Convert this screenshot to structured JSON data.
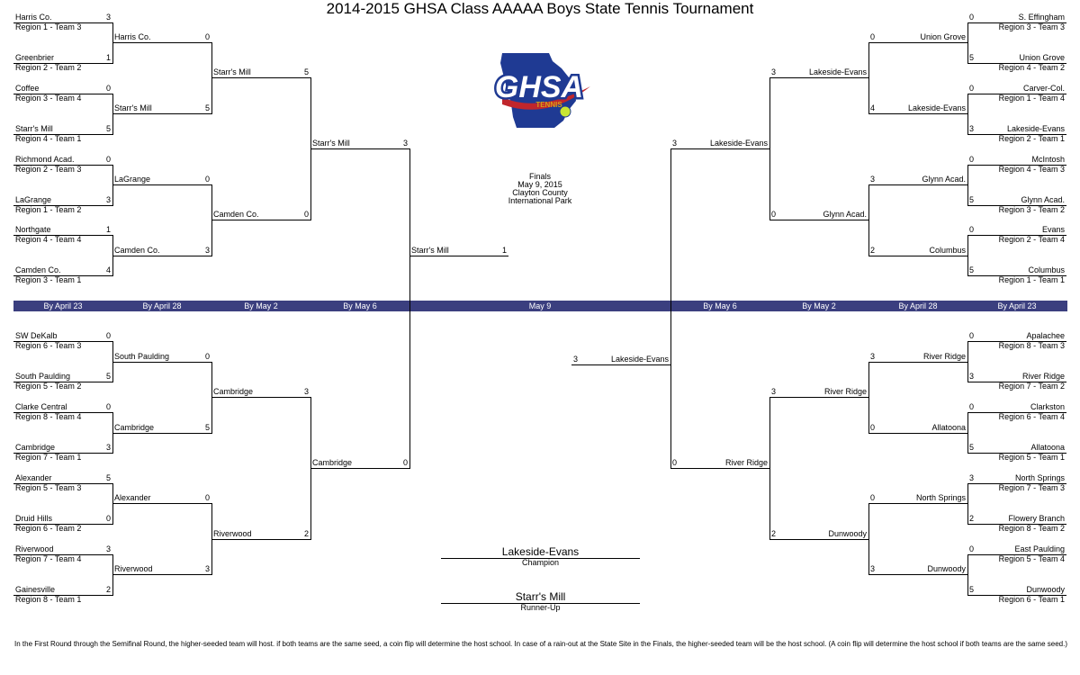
{
  "title": "2014-2015 GHSA Class AAAAA Boys State Tennis Tournament",
  "logo": {
    "text": "GHSA",
    "subtext": "TENNIS",
    "colors": {
      "primary": "#1f3a93",
      "accent": "#d4a017",
      "ball": "#c8e632",
      "swoosh": "#c0262c"
    }
  },
  "colors": {
    "date_bar": "#3b3f7f"
  },
  "finals_info": [
    "Finals",
    "May 9, 2015",
    "Clayton County",
    "International Park"
  ],
  "date_bar": [
    "By April 23",
    "By April 28",
    "By May 2",
    "By May 6",
    "May 9",
    "By May 6",
    "By May 2",
    "By April 28",
    "By April 23"
  ],
  "results": {
    "champion": "Lakeside-Evans",
    "champion_label": "Champion",
    "runner_up": "Starr's Mill",
    "runner_up_label": "Runner-Up"
  },
  "footnote": "In the First Round through the Semifinal Round, the higher-seeded team will host.  if both teams are the same seed, a coin flip will determine the host school.  In case of a rain-out at the State Site in the Finals, the higher-seeded team will be the host school. (A coin flip will determine the host school if both teams are the same seed.)",
  "left": {
    "r1": [
      {
        "team": "Harris Co.",
        "seed": "Region 1 - Team 3",
        "score": "3"
      },
      {
        "team": "Greenbrier",
        "seed": "Region 2 - Team 2",
        "score": "1"
      },
      {
        "team": "Coffee",
        "seed": "Region 3 - Team 4",
        "score": "0"
      },
      {
        "team": "Starr's Mill",
        "seed": "Region 4 - Team 1",
        "score": "5"
      },
      {
        "team": "Richmond Acad.",
        "seed": "Region 2 - Team 3",
        "score": "0"
      },
      {
        "team": "LaGrange",
        "seed": "Region 1 - Team 2",
        "score": "3"
      },
      {
        "team": "Northgate",
        "seed": "Region 4 - Team 4",
        "score": "1"
      },
      {
        "team": "Camden Co.",
        "seed": "Region 3 - Team 1",
        "score": "4"
      },
      {
        "team": "SW DeKalb",
        "seed": "Region 6 - Team 3",
        "score": "0"
      },
      {
        "team": "South Paulding",
        "seed": "Region 5 - Team 2",
        "score": "5"
      },
      {
        "team": "Clarke Central",
        "seed": "Region 8 - Team 4",
        "score": "0"
      },
      {
        "team": "Cambridge",
        "seed": "Region 7 - Team 1",
        "score": "3"
      },
      {
        "team": "Alexander",
        "seed": "Region 5 - Team 3",
        "score": "5"
      },
      {
        "team": "Druid Hills",
        "seed": "Region 6 - Team 2",
        "score": "0"
      },
      {
        "team": "Riverwood",
        "seed": "Region 7 - Team 4",
        "score": "3"
      },
      {
        "team": "Gainesville",
        "seed": "Region 8 - Team 1",
        "score": "2"
      }
    ],
    "r2": [
      {
        "team": "Harris Co.",
        "score": "0"
      },
      {
        "team": "Starr's Mill",
        "score": "5"
      },
      {
        "team": "LaGrange",
        "score": "0"
      },
      {
        "team": "Camden Co.",
        "score": "3"
      },
      {
        "team": "South Paulding",
        "score": "0"
      },
      {
        "team": "Cambridge",
        "score": "5"
      },
      {
        "team": "Alexander",
        "score": "0"
      },
      {
        "team": "Riverwood",
        "score": "3"
      }
    ],
    "qf": [
      {
        "team": "Starr's Mill",
        "score": "5"
      },
      {
        "team": "Camden Co.",
        "score": "0"
      },
      {
        "team": "Cambridge",
        "score": "3"
      },
      {
        "team": "Riverwood",
        "score": "2"
      }
    ],
    "sf": [
      {
        "team": "Starr's Mill",
        "score": "3"
      },
      {
        "team": "Cambridge",
        "score": "0"
      }
    ],
    "final": {
      "team": "Starr's Mill",
      "score": "1"
    }
  },
  "right": {
    "r1": [
      {
        "team": "S. Effingham",
        "seed": "Region 3 - Team 3",
        "score": "0"
      },
      {
        "team": "Union Grove",
        "seed": "Region 4 - Team 2",
        "score": "5"
      },
      {
        "team": "Carver-Col.",
        "seed": "Region 1 - Team 4",
        "score": "0"
      },
      {
        "team": "Lakeside-Evans",
        "seed": "Region 2 - Team 1",
        "score": "3"
      },
      {
        "team": "McIntosh",
        "seed": "Region 4 - Team 3",
        "score": "0"
      },
      {
        "team": "Glynn Acad.",
        "seed": "Region 3 - Team 2",
        "score": "5"
      },
      {
        "team": "Evans",
        "seed": "Region 2 - Team 4",
        "score": "0"
      },
      {
        "team": "Columbus",
        "seed": "Region 1 - Team 1",
        "score": "5"
      },
      {
        "team": "Apalachee",
        "seed": "Region 8 - Team 3",
        "score": "0"
      },
      {
        "team": "River Ridge",
        "seed": "Region 7 - Team 2",
        "score": "3"
      },
      {
        "team": "Clarkston",
        "seed": "Region 6 - Team 4",
        "score": "0"
      },
      {
        "team": "Allatoona",
        "seed": "Region 5 - Team 1",
        "score": "5"
      },
      {
        "team": "North Springs",
        "seed": "Region 7 - Team 3",
        "score": "3"
      },
      {
        "team": "Flowery Branch",
        "seed": "Region 8 - Team 2",
        "score": "2"
      },
      {
        "team": "East Paulding",
        "seed": "Region 5 - Team 4",
        "score": "0"
      },
      {
        "team": "Dunwoody",
        "seed": "Region 6 - Team 1",
        "score": "5"
      }
    ],
    "r2": [
      {
        "team": "Union Grove",
        "score": "0"
      },
      {
        "team": "Lakeside-Evans",
        "score": "4"
      },
      {
        "team": "Glynn Acad.",
        "score": "3"
      },
      {
        "team": "Columbus",
        "score": "2"
      },
      {
        "team": "River Ridge",
        "score": "3"
      },
      {
        "team": "Allatoona",
        "score": "0"
      },
      {
        "team": "North Springs",
        "score": "0"
      },
      {
        "team": "Dunwoody",
        "score": "3"
      }
    ],
    "qf": [
      {
        "team": "Lakeside-Evans",
        "score": "3"
      },
      {
        "team": "Glynn Acad.",
        "score": "0"
      },
      {
        "team": "River Ridge",
        "score": "3"
      },
      {
        "team": "Dunwoody",
        "score": "2"
      }
    ],
    "sf": [
      {
        "team": "Lakeside-Evans",
        "score": "3"
      },
      {
        "team": "River Ridge",
        "score": "0"
      }
    ],
    "final": {
      "team": "Lakeside-Evans",
      "score": "3"
    }
  }
}
